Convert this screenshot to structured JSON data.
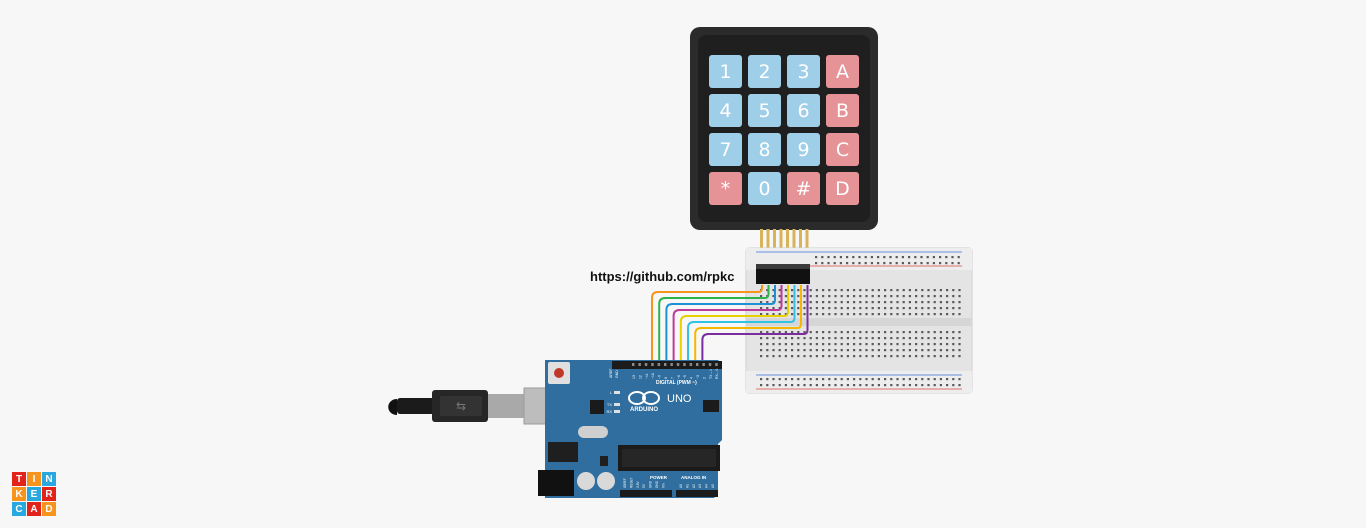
{
  "annotation": "https://github.com/rpkc",
  "keypad": {
    "keys": [
      [
        "1",
        "2",
        "3",
        "A"
      ],
      [
        "4",
        "5",
        "6",
        "B"
      ],
      [
        "7",
        "8",
        "9",
        "C"
      ],
      [
        "*",
        "0",
        "#",
        "D"
      ]
    ],
    "colors": {
      "numeric": "#9fcfe8",
      "function": "#e59397",
      "body": "#262626"
    }
  },
  "arduino": {
    "brand": "ARDUINO",
    "model": "UNO",
    "digital_label": "DIGITAL (PWM ~)",
    "power_label": "POWER",
    "analog_label": "ANALOG IN",
    "aref": "AREF",
    "gnd": "GND",
    "l": "L",
    "tx": "TX",
    "rx": "RX",
    "digital_pins": [
      "13",
      "12",
      "~11",
      "~10",
      "~9",
      "8",
      "7",
      "~6",
      "~5",
      "4",
      "~3",
      "2",
      "TX→1",
      "RX←0"
    ],
    "power_pins": [
      "IOREF",
      "RESET",
      "3.3V",
      "5V",
      "GND",
      "GND",
      "Vin"
    ],
    "analog_pins": [
      "A0",
      "A1",
      "A2",
      "A3",
      "A4",
      "A5"
    ],
    "board_color": "#2f6e9e"
  },
  "wire_colors": [
    "#f7941d",
    "#2eb34a",
    "#1e90d6",
    "#c0399c",
    "#e8d000",
    "#33c2e6",
    "#f2b900",
    "#7b2c9e"
  ],
  "logo": {
    "letters": [
      "T",
      "I",
      "N",
      "K",
      "E",
      "R",
      "C",
      "A",
      "D"
    ],
    "colors": [
      "#e2231a",
      "#f7941d",
      "#29a8e0",
      "#f7941d",
      "#29a8e0",
      "#e2231a",
      "#29a8e0",
      "#e2231a",
      "#f7941d"
    ]
  }
}
